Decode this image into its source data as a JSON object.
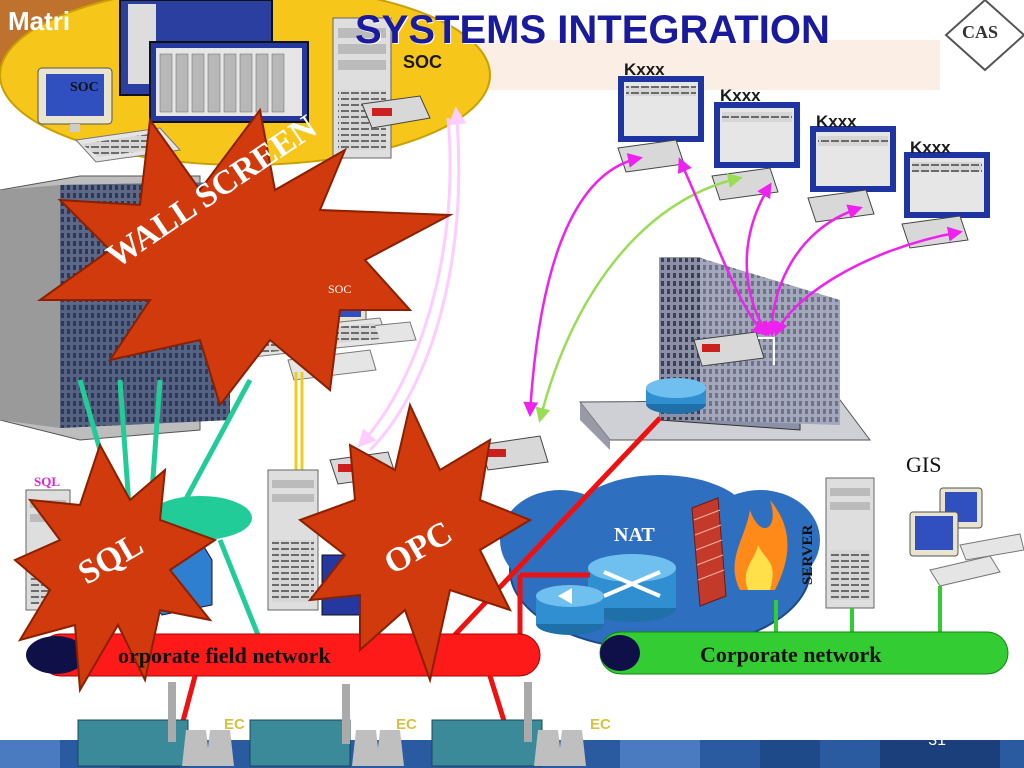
{
  "slide": {
    "title": "SYSTEMS INTEGRATION",
    "logo_text": "Matri",
    "brand_logo": "CAS",
    "page_number": "31"
  },
  "labels": {
    "soc_top": "SOC",
    "soc_monitor": "SOC",
    "soc_console": "SOC",
    "kxxx": [
      "Kxxx",
      "Kxxx",
      "Kxxx",
      "Kxxx"
    ],
    "sql_small": "SQL",
    "gis": "GIS",
    "nat": "NAT",
    "server": "SERVER",
    "corporate_field_network": "orporate field network",
    "corporate_network": "Corporate network",
    "ec": [
      "EC",
      "EC",
      "EC"
    ]
  },
  "stars": {
    "wall_screen": "WALL SCREEN",
    "sql": "SQL",
    "opc": "OPC"
  },
  "colors": {
    "title": "#1a1a9c",
    "soc_bubble": "#f7c61a",
    "star_fill": "#d03a0c",
    "field_network": "#ff1a1a",
    "corporate_network": "#33cc33",
    "cloud_blue": "#2f6fbf",
    "magenta_link": "#ee22ee",
    "green_link": "#99dd55",
    "teal_link": "#22cc99",
    "yellow_link": "#eecc22",
    "red_link": "#ee1111",
    "footer": "#2a5aa0"
  }
}
